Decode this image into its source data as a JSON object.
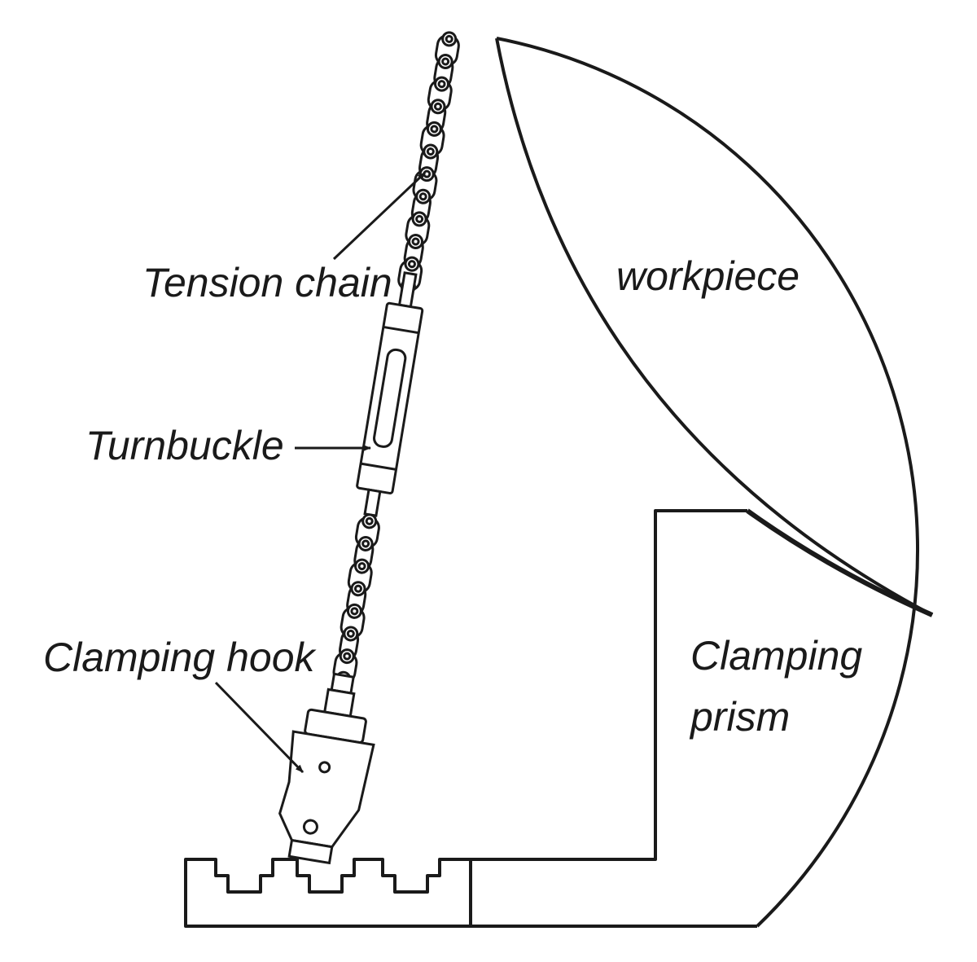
{
  "labels": {
    "tension_chain": "Tension chain",
    "turnbuckle": "Turnbuckle",
    "clamping_hook": "Clamping hook",
    "workpiece": "workpiece",
    "clamping_prism_line1": "Clamping",
    "clamping_prism_line2": "prism"
  },
  "colors": {
    "stroke": "#1a1a1a",
    "background": "#ffffff"
  }
}
